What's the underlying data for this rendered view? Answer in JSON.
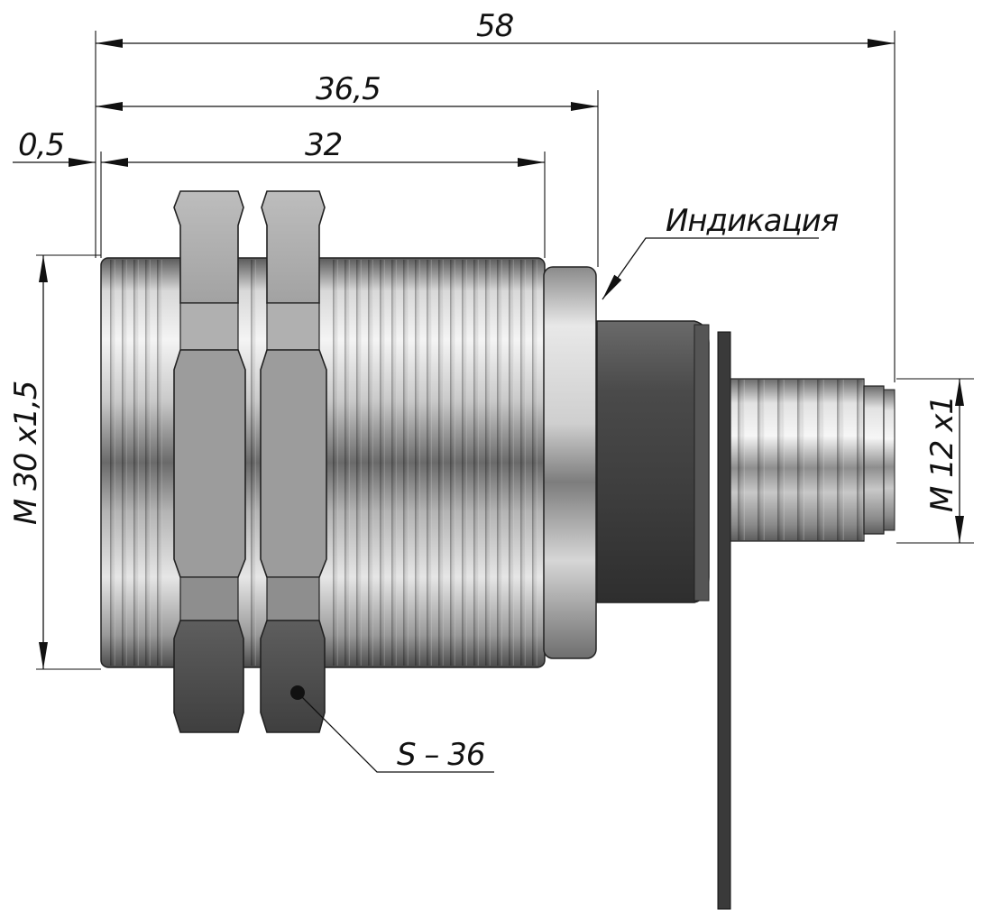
{
  "dimensions": {
    "overall_length": "58",
    "to_indicator": "36,5",
    "thread_length": "32",
    "offset": "0,5",
    "main_thread": "M 30 x1,5",
    "connector_thread": "M 12 x1"
  },
  "callouts": {
    "indicator": "Индикация",
    "wrench_size": "S – 36"
  },
  "colors": {
    "ink": "#111111",
    "metal_light": "#f2f2f2",
    "metal_mid": "#a8a8a8",
    "metal_dark": "#3a3a3a",
    "body_dark": "#4a4a4a"
  }
}
